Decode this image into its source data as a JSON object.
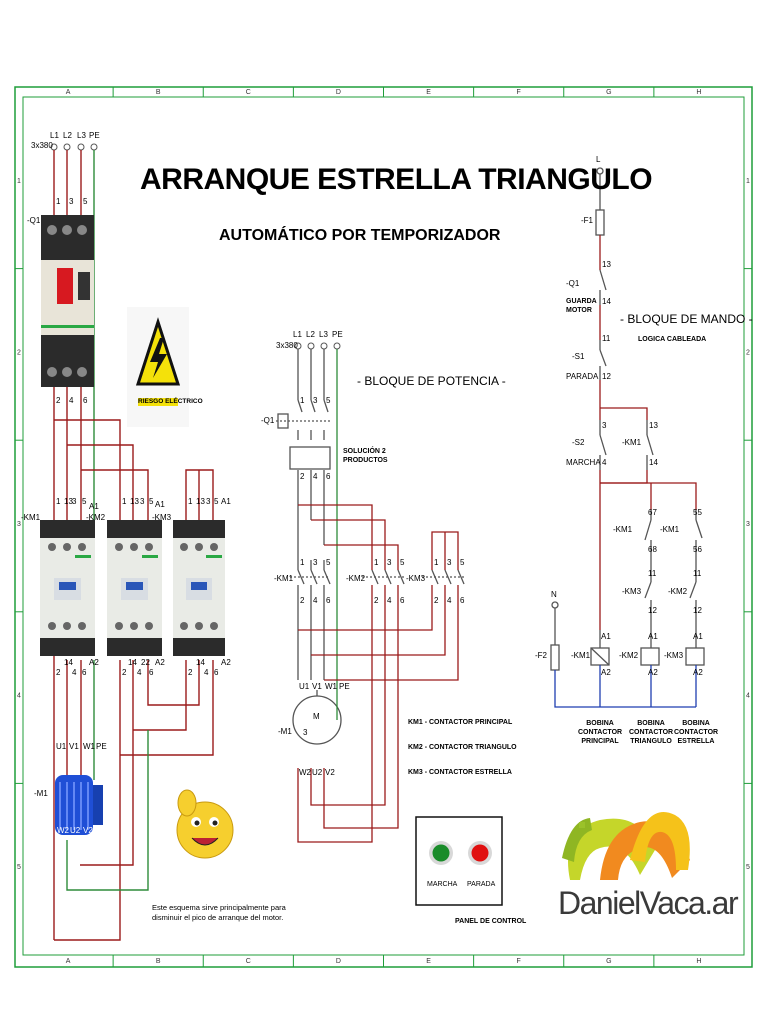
{
  "title": "ARRANQUE ESTRELLA TRIANGULO",
  "subtitle": "AUTOMÁTICO POR TEMPORIZADOR",
  "frame": {
    "columns": [
      "A",
      "B",
      "C",
      "D",
      "E",
      "F",
      "G",
      "H"
    ],
    "rows": [
      "1",
      "2",
      "3",
      "4",
      "5"
    ]
  },
  "supply": {
    "voltage": "3x380",
    "lines": [
      "L1",
      "L2",
      "L3",
      "PE"
    ]
  },
  "photo_section": {
    "breaker_label": "-Q1",
    "breaker_terminals_top": [
      "1",
      "3",
      "5"
    ],
    "breaker_terminals_bottom": [
      "2",
      "4",
      "6"
    ],
    "warning_label": "RIESGO ELÉCTRICO",
    "contactors": [
      {
        "label": "-KM1",
        "top_terminals": [
          "1",
          "13",
          "3",
          "5",
          "A1"
        ],
        "bottom_terminals": [
          "2",
          "14",
          "4",
          "6",
          "A2"
        ]
      },
      {
        "label": "-KM2",
        "top_terminals": [
          "1",
          "13",
          "3",
          "5",
          "A1"
        ],
        "bottom_terminals": [
          "2",
          "14",
          "4",
          "22",
          "6",
          "A2"
        ]
      },
      {
        "label": "-KM3",
        "top_terminals": [
          "1",
          "13",
          "3",
          "5",
          "A1"
        ],
        "bottom_terminals": [
          "2",
          "14",
          "4",
          "6",
          "A2"
        ]
      }
    ],
    "motor_label": "-M1",
    "motor_terminals": [
      "U1",
      "V1",
      "W1",
      "PE"
    ],
    "motor_bottom_terminals": [
      "W2",
      "U2",
      "V2"
    ],
    "note": "Este esquema sirve principalmente para disminuir el pico de arranque del motor."
  },
  "power_block": {
    "heading": "- BLOQUE DE POTENCIA -",
    "voltage": "3x380",
    "lines": [
      "L1",
      "L2",
      "L3",
      "PE"
    ],
    "breaker_label": "-Q1",
    "breaker_terminals_top": [
      "1",
      "3",
      "5"
    ],
    "breaker_terminals_bottom": [
      "2",
      "4",
      "6"
    ],
    "solution_label": "SOLUCIÓN 2 PRODUCTOS",
    "contactors": [
      {
        "label": "-KM1",
        "top": [
          "1",
          "3",
          "5"
        ],
        "bottom": [
          "2",
          "4",
          "6"
        ]
      },
      {
        "label": "-KM2",
        "top": [
          "1",
          "3",
          "5"
        ],
        "bottom": [
          "2",
          "4",
          "6"
        ]
      },
      {
        "label": "-KM3",
        "top": [
          "1",
          "3",
          "5"
        ],
        "bottom": [
          "2",
          "4",
          "6"
        ]
      }
    ],
    "motor": {
      "label": "-M1",
      "symbol": "M",
      "phases": "3",
      "top": [
        "U1",
        "V1",
        "W1",
        "PE"
      ],
      "bottom": [
        "W2",
        "U2",
        "V2"
      ]
    },
    "legend": [
      "KM1 - CONTACTOR PRINCIPAL",
      "KM2 - CONTACTOR TRIANGULO",
      "KM3 - CONTACTOR ESTRELLA"
    ]
  },
  "control_block": {
    "heading": "- BLOQUE DE MANDO -",
    "subheading": "LOGICA CABLEADA",
    "line": "L",
    "neutral": "N",
    "fuse": "-F1",
    "fuse2": "-F2",
    "q1": {
      "label": "-Q1",
      "caption": "GUARDA MOTOR",
      "terminals": [
        "13",
        "14"
      ]
    },
    "s1": {
      "label": "-S1",
      "caption": "PARADA",
      "terminals": [
        "11",
        "12"
      ]
    },
    "s2": {
      "label": "-S2",
      "caption": "MARCHA",
      "terminals": [
        "3",
        "4"
      ]
    },
    "km1_hold": {
      "label": "-KM1",
      "terminals": [
        "13",
        "14"
      ]
    },
    "km1_timer_a": {
      "label": "-KM1",
      "terminals": [
        "67",
        "68"
      ]
    },
    "km1_timer_b": {
      "label": "-KM1",
      "terminals": [
        "55",
        "56"
      ]
    },
    "interlock_a": {
      "label": "-KM3",
      "terminals": [
        "11",
        "12"
      ]
    },
    "interlock_b": {
      "label": "-KM2",
      "terminals": [
        "11",
        "12"
      ]
    },
    "coils": [
      {
        "label": "-KM1",
        "caption": "BOBINA CONTACTOR PRINCIPAL"
      },
      {
        "label": "-KM2",
        "caption": "BOBINA CONTACTOR TRIANGULO"
      },
      {
        "label": "-KM3",
        "caption": "BOBINA CONTACTOR ESTRELLA"
      }
    ],
    "coil_terminals": [
      "A1",
      "A2"
    ]
  },
  "control_panel": {
    "caption": "PANEL DE CONTROL",
    "buttons": [
      {
        "label": "MARCHA",
        "color": "#1a8c2a"
      },
      {
        "label": "PARADA",
        "color": "#e01010"
      }
    ]
  },
  "brand": {
    "text": "DanielVaca.ar"
  },
  "colors": {
    "frame": "#1f9d3a",
    "phase": "#9b1b1b",
    "earth": "#2e8b3a",
    "neutral": "#1f3fb0",
    "warning": "#f4e10a"
  }
}
